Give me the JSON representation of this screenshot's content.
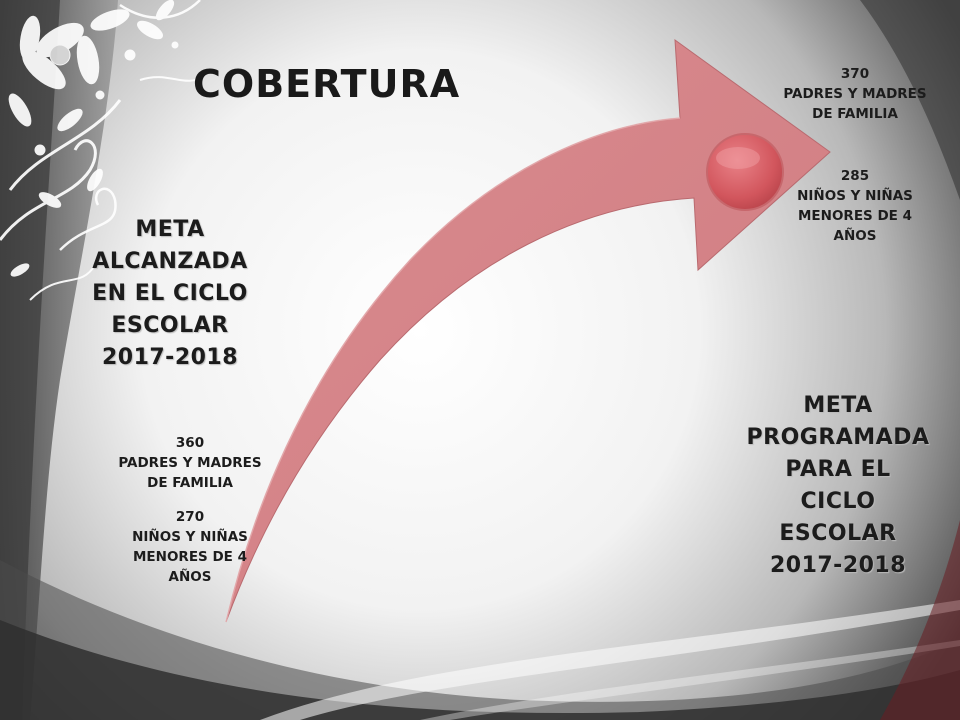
{
  "slide": {
    "title": "COBERTURA",
    "colors": {
      "arrow": "#d5868a",
      "circle": "#d75a60",
      "text": "#1c1c1c"
    },
    "decoration": "floral-swirl",
    "achieved": {
      "heading": [
        "META",
        "ALCANZADA",
        "EN EL CICLO",
        "ESCOLAR",
        "2017-2018"
      ],
      "parents_value": "360",
      "parents_label": [
        "PADRES Y MADRES",
        "DE FAMILIA"
      ],
      "children_value": "270",
      "children_label": [
        "NIÑOS Y NIÑAS",
        "MENORES DE 4",
        "AÑOS"
      ]
    },
    "programmed": {
      "heading": [
        "META",
        "PROGRAMADA",
        "PARA EL",
        "CICLO",
        "ESCOLAR",
        "2017-2018"
      ],
      "parents_value": "370",
      "parents_label": [
        "PADRES Y MADRES",
        "DE FAMILIA"
      ],
      "children_value": "285",
      "children_label": [
        "NIÑOS Y NIÑAS",
        "MENORES DE 4",
        "AÑOS"
      ]
    }
  }
}
